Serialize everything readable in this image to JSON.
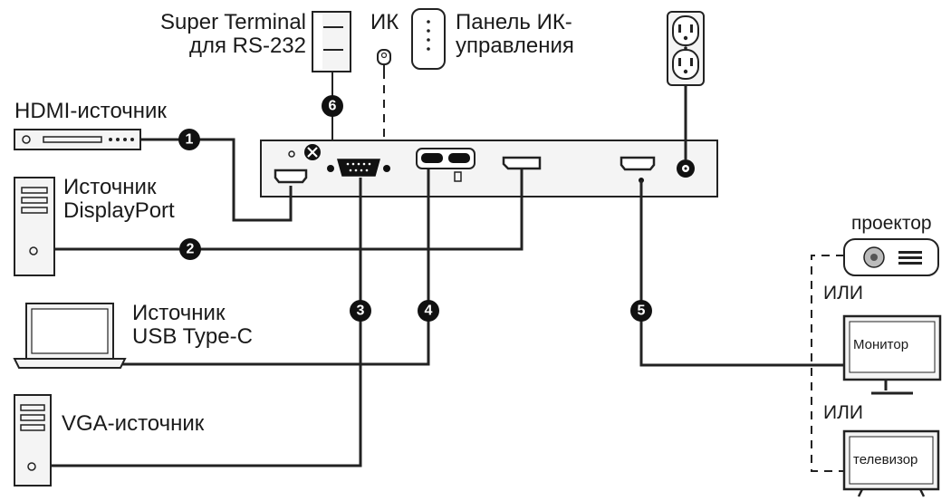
{
  "labels": {
    "super_terminal": [
      "Super Terminal",
      "для RS-232"
    ],
    "ir": "ИК",
    "ir_panel": [
      "Панель ИК-",
      "управления"
    ],
    "hdmi_source": "HDMI-источник",
    "displayport_source": [
      "Источник",
      "DisplayPort"
    ],
    "usbc_source": [
      "Источник",
      "USB Type-C"
    ],
    "vga_source": "VGA-источник",
    "projector": "проектор",
    "or_1": "ИЛИ",
    "monitor": "Монитор",
    "or_2": "ИЛИ",
    "tv": "телевизор"
  },
  "connections": [
    {
      "number": "1"
    },
    {
      "number": "2"
    },
    {
      "number": "3"
    },
    {
      "number": "4"
    },
    {
      "number": "5"
    },
    {
      "number": "6"
    }
  ],
  "colors": {
    "ink": "#1a1a1a",
    "line": "#222222",
    "fill_light": "#f2f2f2",
    "badge": "#111111"
  },
  "icons": [
    "switch-box",
    "hdmi-player-device",
    "pc-tower-icon",
    "laptop-icon",
    "power-outlet-icon",
    "ir-receiver-icon",
    "ir-remote-icon",
    "rs232-terminal-icon",
    "projector-icon",
    "monitor-icon",
    "tv-icon"
  ]
}
